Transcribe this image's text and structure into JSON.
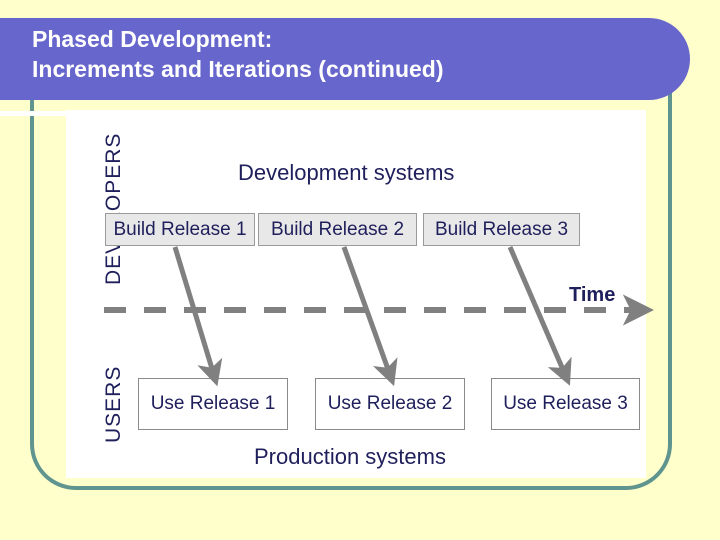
{
  "slide": {
    "title_line_1": "Phased Development:",
    "title_line_2": "Increments and Iterations (continued)",
    "background_color": "#FFFFCC",
    "banner_color": "#6666CC",
    "frame_color": "#5F948F",
    "text_color": "#1F1F5C"
  },
  "diagram": {
    "axis_top_label": "DEVELOPERS",
    "axis_bottom_label": "USERS",
    "top_caption": "Development systems",
    "bottom_caption": "Production systems",
    "time_axis_label": "Time",
    "build_boxes": [
      {
        "label": "Build Release 1"
      },
      {
        "label": "Build Release 2"
      },
      {
        "label": "Build Release 3"
      }
    ],
    "use_boxes": [
      {
        "label": "Use Release 1"
      },
      {
        "label": "Use Release 2"
      },
      {
        "label": "Use Release 3"
      }
    ],
    "arrow_color": "#808080",
    "box_fill_build": "#E8E8E8",
    "box_fill_use": "#FFFFFF"
  }
}
